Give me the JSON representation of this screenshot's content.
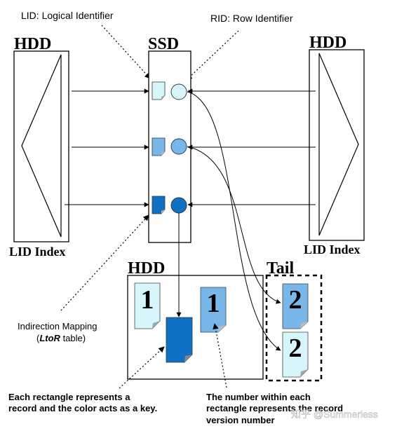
{
  "labels": {
    "lid_title": "LID: Logical Identifier",
    "rid_title": "RID: Row Identifier",
    "hdd_left": "HDD",
    "ssd": "SSD",
    "hdd_right": "HDD",
    "lid_index_left": "LID Index",
    "lid_index_right": "LID Index",
    "hdd_bottom": "HDD",
    "tail": "Tail",
    "indirection_line1": "Indirection Mapping",
    "indirection_line2_open": "(",
    "indirection_line2_italic": "LtoR",
    "indirection_line2_close": " table)",
    "caption_left_line1": "Each rectangle represents a",
    "caption_left_line2": "record and the color acts as a key.",
    "caption_right_line1": "The number within each",
    "caption_right_line2": "rectangle represents the record",
    "caption_right_line3": "version number",
    "watermark": "知乎 @Summerless"
  },
  "records": {
    "hdd_record_1_version": "1",
    "hdd_record_2_version": "1",
    "tail_record_1_version": "2",
    "tail_record_2_version": "2"
  },
  "colors": {
    "light_key": "#d6f6fb",
    "medium_key": "#79b6ea",
    "dark_key": "#0f70c4",
    "tail_record_1": "#79b6ea",
    "tail_record_2": "#d6f6fb",
    "hdd_record_1": "#d6f6fb",
    "hdd_record_2": "#79b6ea",
    "hdd_record_latest": "#0f70c4"
  }
}
